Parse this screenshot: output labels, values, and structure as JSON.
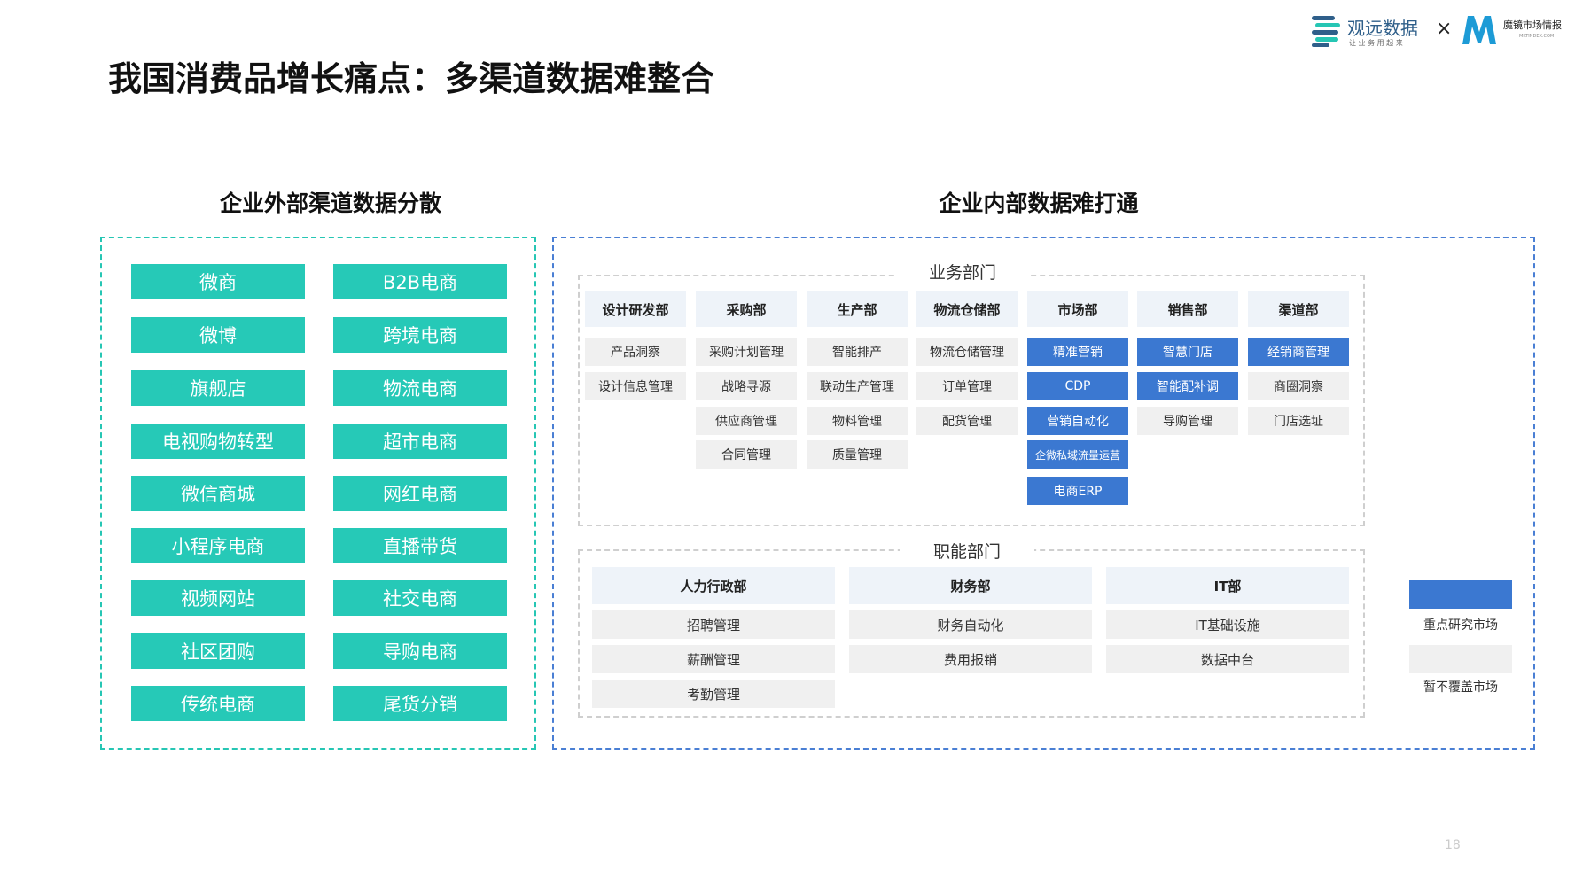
{
  "logo": {
    "brand1_name": "观远数据",
    "brand1_tagline": "让 业 务 用 起 来",
    "separator": "×",
    "brand2_name": "魔镜市场情报",
    "brand2_sub": "MKTINDEX.COM",
    "brand1_color": "#2f5f8a",
    "brand1_accent": "#26c6b4",
    "brand2_color": "#1d9bd6"
  },
  "page": {
    "title": "我国消费品增长痛点：多渠道数据难整合",
    "page_number": "18"
  },
  "left": {
    "heading": "企业外部渠道数据分散",
    "tile_color": "#26c9b7",
    "tiles_col1": [
      "微商",
      "微博",
      "旗舰店",
      "电视购物转型",
      "微信商城",
      "小程序电商",
      "视频网站",
      "社区团购",
      "传统电商"
    ],
    "tiles_col2": [
      "B2B电商",
      "跨境电商",
      "物流电商",
      "超市电商",
      "网红电商",
      "直播带货",
      "社交电商",
      "导购电商",
      "尾货分销"
    ]
  },
  "right": {
    "heading": "企业内部数据难打通",
    "business": {
      "label": "业务部门",
      "columns": [
        {
          "head": "设计研发部",
          "items": [
            {
              "text": "产品洞察",
              "hl": false
            },
            {
              "text": "设计信息管理",
              "hl": false
            }
          ]
        },
        {
          "head": "采购部",
          "items": [
            {
              "text": "采购计划管理",
              "hl": false
            },
            {
              "text": "战略寻源",
              "hl": false
            },
            {
              "text": "供应商管理",
              "hl": false
            },
            {
              "text": "合同管理",
              "hl": false
            }
          ]
        },
        {
          "head": "生产部",
          "items": [
            {
              "text": "智能排产",
              "hl": false
            },
            {
              "text": "联动生产管理",
              "hl": false
            },
            {
              "text": "物料管理",
              "hl": false
            },
            {
              "text": "质量管理",
              "hl": false
            }
          ]
        },
        {
          "head": "物流仓储部",
          "items": [
            {
              "text": "物流仓储管理",
              "hl": false
            },
            {
              "text": "订单管理",
              "hl": false
            },
            {
              "text": "配货管理",
              "hl": false
            }
          ]
        },
        {
          "head": "市场部",
          "items": [
            {
              "text": "精准营销",
              "hl": true
            },
            {
              "text": "CDP",
              "hl": true
            },
            {
              "text": "营销自动化",
              "hl": true
            },
            {
              "text": "企微私域流量运营",
              "hl": true
            },
            {
              "text": "电商ERP",
              "hl": true
            }
          ]
        },
        {
          "head": "销售部",
          "items": [
            {
              "text": "智慧门店",
              "hl": true
            },
            {
              "text": "智能配补调",
              "hl": true
            },
            {
              "text": "导购管理",
              "hl": false
            }
          ]
        },
        {
          "head": "渠道部",
          "items": [
            {
              "text": "经销商管理",
              "hl": true
            },
            {
              "text": "商圈洞察",
              "hl": false
            },
            {
              "text": "门店选址",
              "hl": false
            }
          ]
        }
      ]
    },
    "functional": {
      "label": "职能部门",
      "columns": [
        {
          "head": "人力行政部",
          "items": [
            "招聘管理",
            "薪酬管理",
            "考勤管理"
          ]
        },
        {
          "head": "财务部",
          "items": [
            "财务自动化",
            "费用报销"
          ]
        },
        {
          "head": "IT部",
          "items": [
            "IT基础设施",
            "数据中台"
          ]
        }
      ]
    },
    "legend": [
      {
        "label": "重点研究市场",
        "color": "#3b78d1"
      },
      {
        "label": "暂不覆盖市场",
        "color": "#f0f0f0"
      }
    ]
  }
}
